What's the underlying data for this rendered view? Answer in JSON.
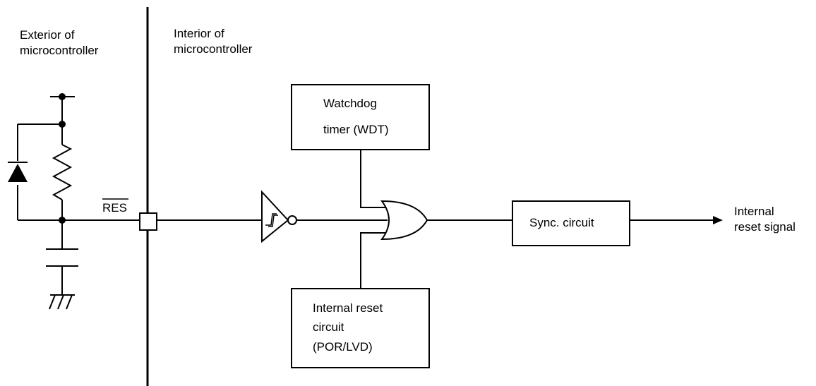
{
  "labels": {
    "exterior_line1": "Exterior of",
    "exterior_line2": "microcontroller",
    "interior_line1": "Interior of",
    "interior_line2": "microcontroller",
    "res_pin": "RES",
    "wdt_line1": "Watchdog",
    "wdt_line2": "timer (WDT)",
    "por_line1": "Internal reset",
    "por_line2": "circuit",
    "por_line3": "(POR/LVD)",
    "sync": "Sync. circuit",
    "output_line1": "Internal",
    "output_line2": "reset signal"
  },
  "colors": {
    "line": "#000000",
    "background": "#ffffff"
  }
}
